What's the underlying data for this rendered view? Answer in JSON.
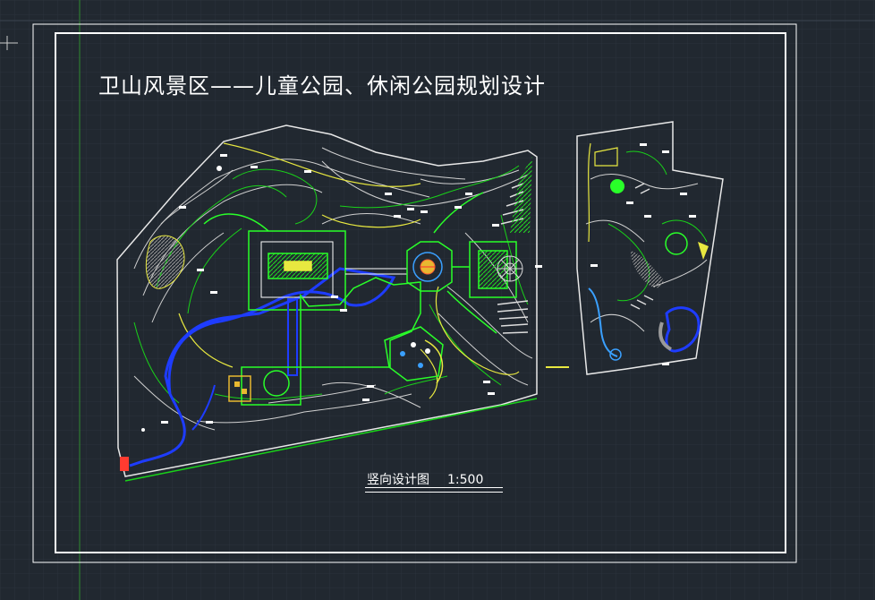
{
  "drawing": {
    "title": "卫山风景区——儿童公园、休闲公园规划设计",
    "caption": "竖向设计图",
    "scale": "1:500"
  },
  "colors": {
    "background": "#212830",
    "grid": "#2c343e",
    "border": "#ffffff",
    "contour_white": "#d8d8d8",
    "contour_green": "#19d219",
    "contour_yellow": "#e8e840",
    "water": "#1e3cff",
    "plaza": "#29ff29"
  }
}
